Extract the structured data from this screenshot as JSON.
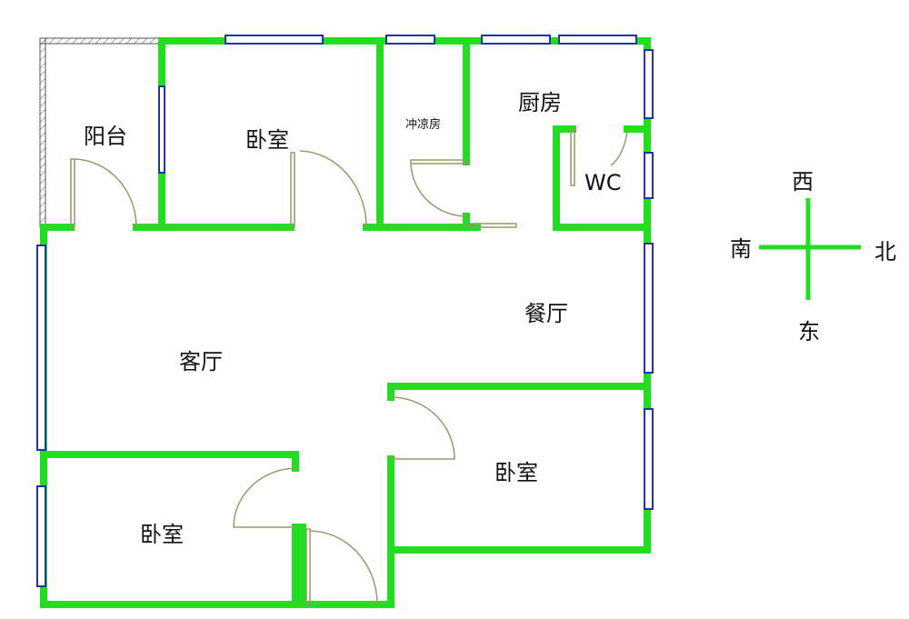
{
  "rooms": {
    "balcony": "阳台",
    "bedroom_north": "卧室",
    "shower": "冲凉房",
    "kitchen": "厨房",
    "wc": "WC",
    "dining": "餐厅",
    "living": "客厅",
    "bedroom_east": "卧室",
    "bedroom_south": "卧室"
  },
  "compass": {
    "west": "西",
    "south": "南",
    "north": "北",
    "east": "东"
  },
  "colors": {
    "wall": "#22dd22",
    "window": "#2233aa",
    "door": "#999966"
  }
}
